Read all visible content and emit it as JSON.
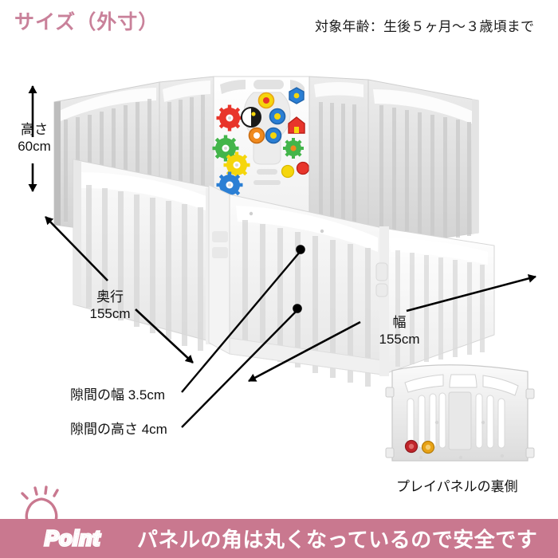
{
  "header": {
    "title": "サイズ（外寸）",
    "title_color": "#c9819a",
    "age_label": "対象年齢：生後５ヶ月～３歳頃まで"
  },
  "dimensions": {
    "height": {
      "label": "高さ",
      "value": "60cm",
      "axis": "vertical"
    },
    "depth": {
      "label": "奥行",
      "value": "155cm",
      "axis": "diagonal-left"
    },
    "width": {
      "label": "幅",
      "value": "155cm",
      "axis": "diagonal-right"
    }
  },
  "gaps": {
    "gap_width": "隙間の幅 3.5cm",
    "gap_height": "隙間の高さ 4cm"
  },
  "inset": {
    "caption": "プレイパネルの裏側",
    "button_colors": [
      "#c0242a",
      "#e8a317"
    ]
  },
  "banner": {
    "background": "#c9788f",
    "point_label": "Point",
    "message": "パネルの角は丸くなっているので安全です",
    "icon": "lightbulb-icon"
  },
  "product": {
    "body_color": "#f2f2f2",
    "shade_color": "#d8d8d8",
    "toy_colors": {
      "red": "#e8352b",
      "green": "#43b54a",
      "yellow": "#f5d60c",
      "blue": "#2b7fd4",
      "orange": "#f08a1e"
    }
  }
}
